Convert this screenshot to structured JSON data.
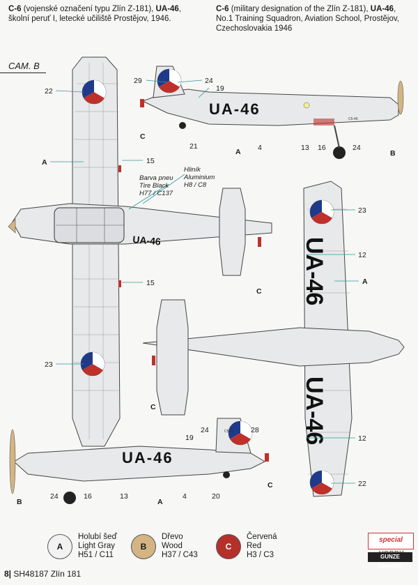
{
  "header": {
    "cz_code": "C-6",
    "cz_text1": " (vojenské označení typu Zlín Z-181), ",
    "cz_reg": "UA-46",
    "cz_text2": ",",
    "cz_line2": "školní peruť I, letecké učiliště Prostějov, 1946.",
    "en_code": "C-6",
    "en_text1": " (military designation of the Zlín Z-181), ",
    "en_reg": "UA-46",
    "en_text2": ",",
    "en_line2": "No.1 Training Squadron, Aviation School, Prostějov,",
    "en_line3": "Czechoslovakia 1946"
  },
  "scheme": "CAM. B",
  "registration": "UA-46",
  "tail_small": "C5-46",
  "notes": {
    "tire_cz": "Barva pneu",
    "tire_en": "Tire Black",
    "tire_code": "H77 / C137",
    "spinner_cz": "Hliník",
    "spinner_en": "Aluminium",
    "spinner_code": "H8 / C8"
  },
  "callouts": {
    "top_side": [
      "29",
      "24",
      "19",
      "C",
      "21",
      "A",
      "4",
      "13",
      "16",
      "24",
      "B"
    ],
    "top_view": [
      "22",
      "A",
      "15",
      "15",
      "23"
    ],
    "bottom_view": [
      "23",
      "12",
      "A",
      "C",
      "C",
      "12",
      "22"
    ],
    "bottom_side": [
      "24",
      "28",
      "19",
      "B",
      "24",
      "16",
      "13",
      "A",
      "4",
      "20",
      "C"
    ]
  },
  "legend": [
    {
      "letter": "A",
      "cz": "Holubí šeď",
      "en": "Light Gray",
      "code": "H51 / C11",
      "color": "#f2f2f2"
    },
    {
      "letter": "B",
      "cz": "Dřevo",
      "en": "Wood",
      "code": "H37 / C43",
      "color": "#d4b483"
    },
    {
      "letter": "C",
      "cz": "Červená",
      "en": "Red",
      "code": "H3 / C3",
      "color": "#b5302a"
    }
  ],
  "brand": {
    "top": "special HOBBY",
    "bottom": "GUNZE SANGYO"
  },
  "footer": {
    "page": "8|",
    "code": "SH48187",
    "title": "Zlín 181"
  },
  "colors": {
    "gray": "#e8e9ea",
    "red": "#c0302a",
    "blue": "#1f3a8a",
    "wood": "#d4b483",
    "teal": "#2a9a9a"
  }
}
